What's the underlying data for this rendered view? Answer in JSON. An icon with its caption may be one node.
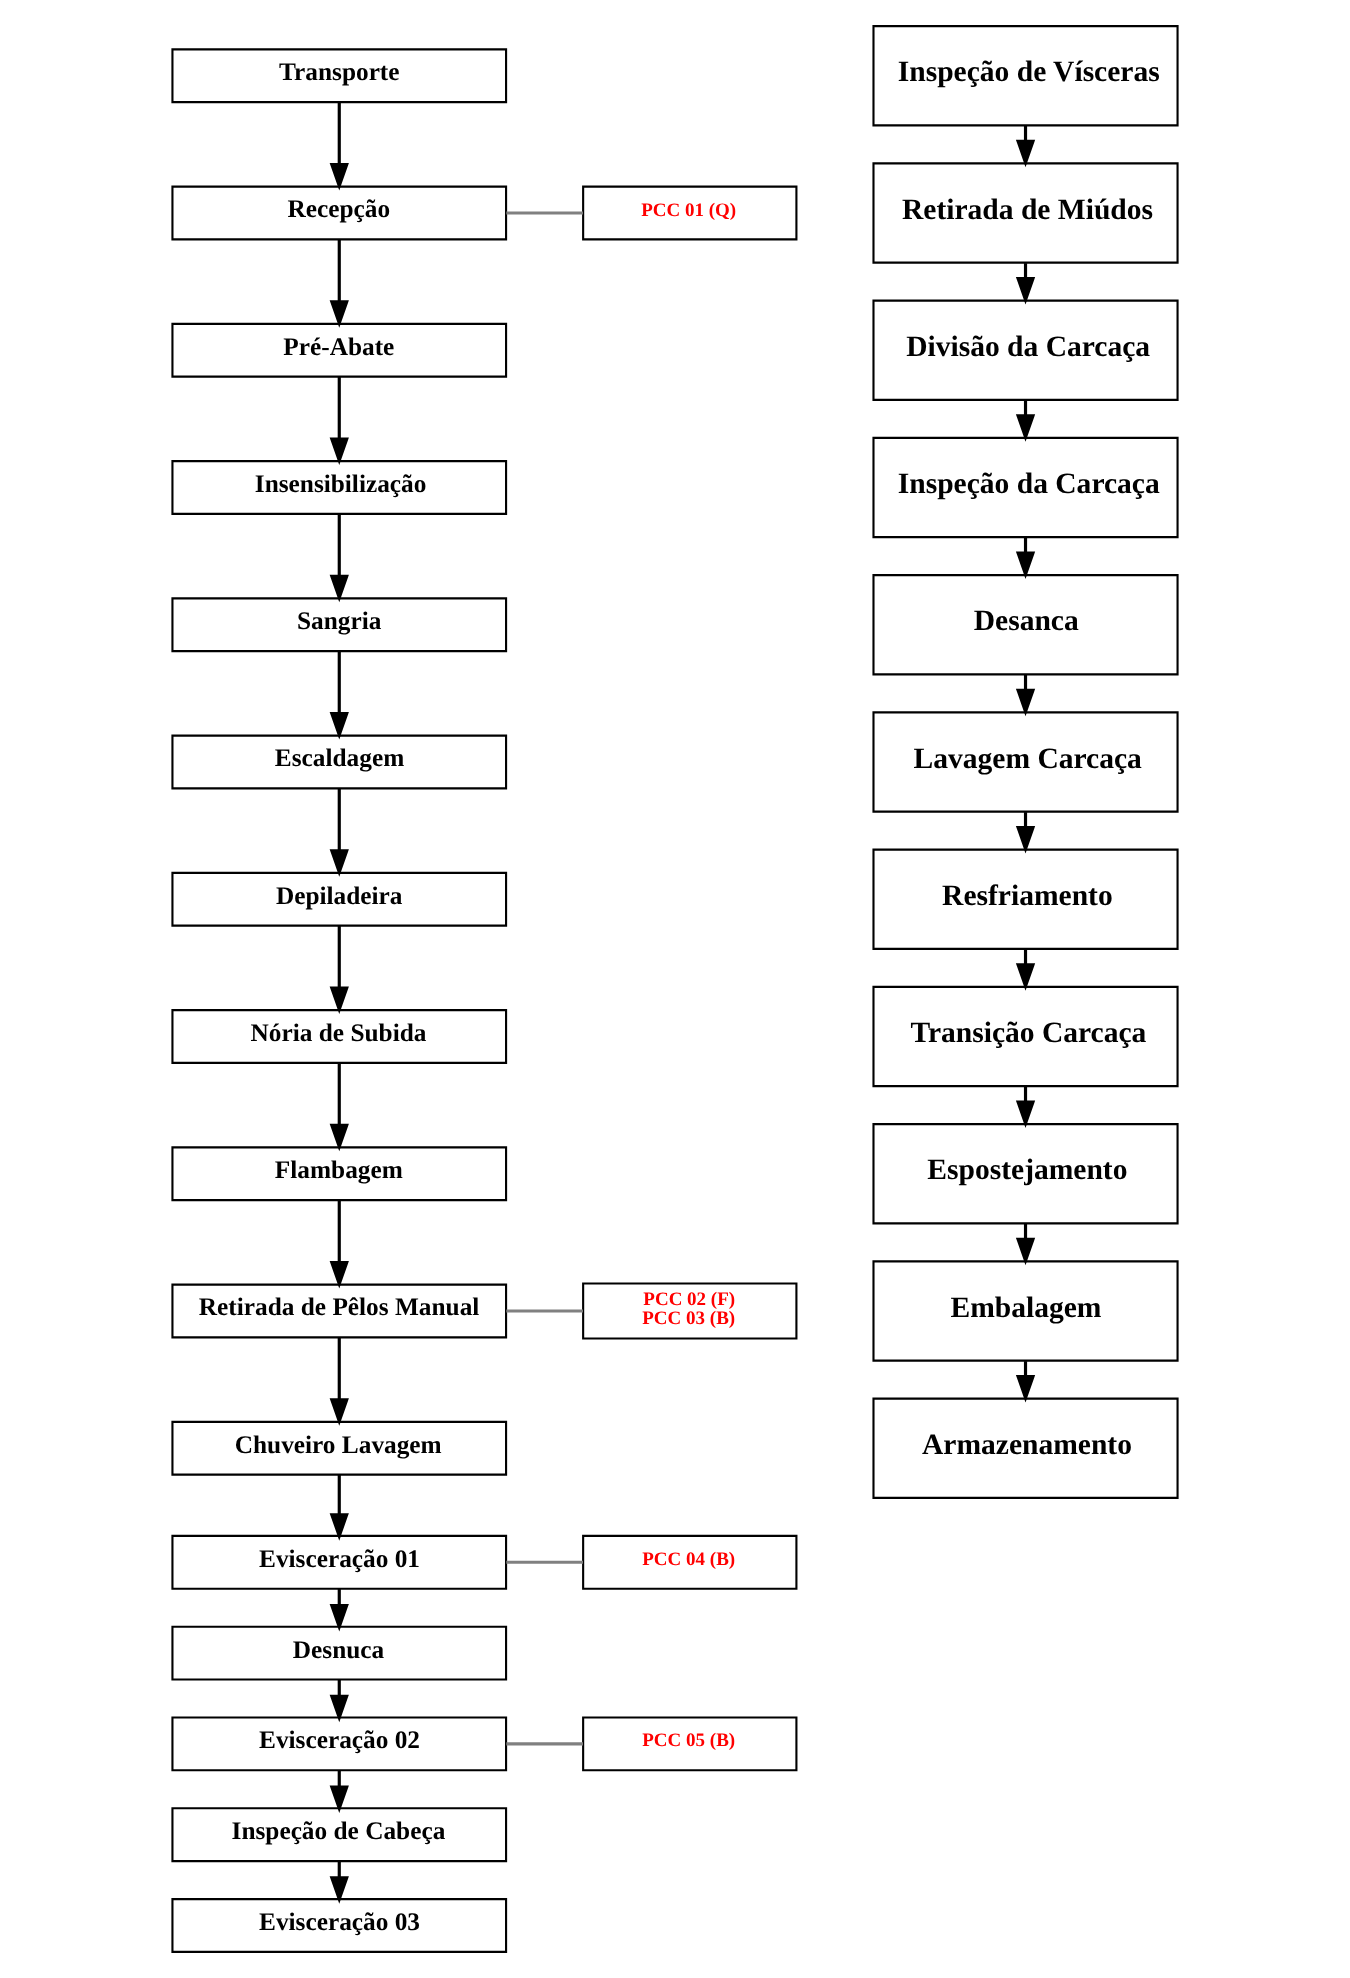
{
  "diagram": {
    "nodes": [
      {
        "text": [
          "Transporte"
        ]
      },
      {
        "text": [
          "Recepção"
        ]
      },
      {
        "text": [
          "PCC 01 (Q)"
        ]
      },
      {
        "text": [
          "Pré-Abate"
        ]
      },
      {
        "text": [
          "Insensibilização"
        ]
      },
      {
        "text": [
          "Sangria"
        ]
      },
      {
        "text": [
          "Escaldagem"
        ]
      },
      {
        "text": [
          "Depiladeira"
        ]
      },
      {
        "text": [
          "Nória de Subida"
        ]
      },
      {
        "text": [
          "Flambagem"
        ]
      },
      {
        "text": [
          "Retirada de Pêlos Manual"
        ]
      },
      {
        "text": [
          "PCC 02 (F)",
          "PCC 03 (B)"
        ]
      },
      {
        "text": [
          "Chuveiro Lavagem"
        ]
      },
      {
        "text": [
          "Evisceração 01"
        ]
      },
      {
        "text": [
          "PCC 04 (B)"
        ]
      },
      {
        "text": [
          "Desnuca"
        ]
      },
      {
        "text": [
          "Evisceração 02"
        ]
      },
      {
        "text": [
          "PCC 05 (B)"
        ]
      },
      {
        "text": [
          "Inspeção de Cabeça"
        ]
      },
      {
        "text": [
          "Evisceração 03"
        ]
      },
      {
        "text": [
          "Inspeção de Vísceras"
        ]
      },
      {
        "text": [
          "Retirada de Miúdos"
        ]
      },
      {
        "text": [
          "Divisão da Carcaça"
        ]
      },
      {
        "text": [
          "Inspeção da Carcaça"
        ]
      },
      {
        "text": [
          "Desanca"
        ]
      },
      {
        "text": [
          "Lavagem Carcaça"
        ]
      },
      {
        "text": [
          "Resfriamento"
        ]
      },
      {
        "text": [
          "Transição Carcaça"
        ]
      },
      {
        "text": [
          "Espostejamento"
        ]
      },
      {
        "text": [
          "Embalagem"
        ]
      },
      {
        "text": [
          "Armazenamento"
        ]
      }
    ],
    "edges": [
      {
        "from": 0,
        "to": 1,
        "arrow": "to"
      },
      {
        "from": 1,
        "to": 2,
        "arrow": "none",
        "color": "#808080"
      },
      {
        "from": 1,
        "to": 3,
        "arrow": "to"
      },
      {
        "from": 3,
        "to": 4,
        "arrow": "to"
      },
      {
        "from": 4,
        "to": 5,
        "arrow": "to"
      },
      {
        "from": 5,
        "to": 6,
        "arrow": "to"
      },
      {
        "from": 6,
        "to": 7,
        "arrow": "to"
      },
      {
        "from": 7,
        "to": 8,
        "arrow": "to"
      },
      {
        "from": 8,
        "to": 9,
        "arrow": "to"
      },
      {
        "from": 9,
        "to": 10,
        "arrow": "to"
      },
      {
        "from": 10,
        "to": 11,
        "arrow": "none",
        "color": "#808080"
      },
      {
        "from": 10,
        "to": 12,
        "arrow": "to"
      },
      {
        "from": 12,
        "to": 13,
        "arrow": "to"
      },
      {
        "from": 13,
        "to": 14,
        "arrow": "none",
        "color": "#808080"
      },
      {
        "from": 13,
        "to": 15,
        "arrow": "to"
      },
      {
        "from": 15,
        "to": 16,
        "arrow": "to"
      },
      {
        "from": 16,
        "to": 17,
        "arrow": "none",
        "color": "#808080"
      },
      {
        "from": 16,
        "to": 18,
        "arrow": "to"
      },
      {
        "from": 18,
        "to": 19,
        "arrow": "to"
      },
      {
        "from": 20,
        "to": 21,
        "arrow": "to"
      },
      {
        "from": 21,
        "to": 22,
        "arrow": "to"
      },
      {
        "from": 22,
        "to": 23,
        "arrow": "to"
      },
      {
        "from": 23,
        "to": 24,
        "arrow": "to"
      },
      {
        "from": 24,
        "to": 25,
        "arrow": "to"
      },
      {
        "from": 25,
        "to": 26,
        "arrow": "to"
      },
      {
        "from": 26,
        "to": 27,
        "arrow": "to"
      },
      {
        "from": 27,
        "to": 28,
        "arrow": "to"
      },
      {
        "from": 28,
        "to": 29,
        "arrow": "to"
      },
      {
        "from": 29,
        "to": 30,
        "arrow": "to"
      }
    ]
  }
}
